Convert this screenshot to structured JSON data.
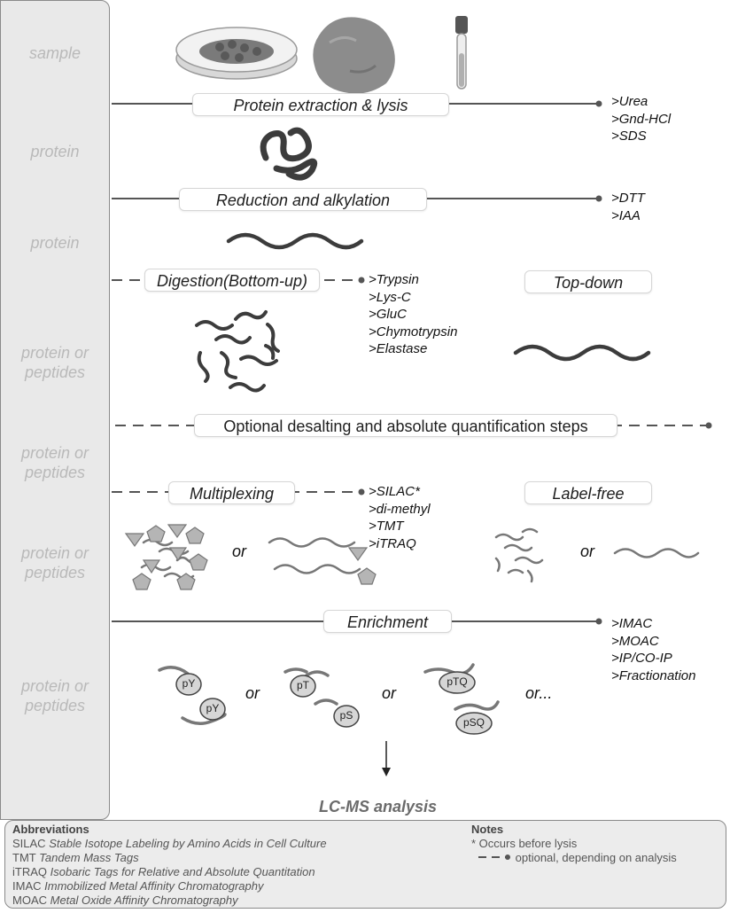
{
  "stages": [
    "sample",
    "protein",
    "protein",
    "protein or peptides",
    "protein or peptides",
    "protein or peptides",
    "protein or peptides"
  ],
  "steps": {
    "extraction": "Protein extraction & lysis",
    "reduction": "Reduction and alkylation",
    "digestion": "Digestion(Bottom-up)",
    "topdown": "Top-down",
    "desalting": "Optional desalting and absolute quantification steps",
    "multiplexing": "Multiplexing",
    "labelfree": "Label-free",
    "enrichment": "Enrichment"
  },
  "options": {
    "extraction": [
      ">Urea",
      ">Gnd-HCl",
      ">SDS"
    ],
    "reduction": [
      ">DTT",
      ">IAA"
    ],
    "digestion": [
      ">Trypsin",
      ">Lys-C",
      ">GluC",
      ">Chymotrypsin",
      ">Elastase"
    ],
    "multiplexing": [
      ">SILAC*",
      ">di-methyl",
      ">TMT",
      ">iTRAQ"
    ],
    "enrichment": [
      ">IMAC",
      ">MOAC",
      ">IP/CO-IP",
      ">Fractionation"
    ]
  },
  "or_word": "or",
  "or_more": "or...",
  "ptm_labels": [
    "pY",
    "pY",
    "pT",
    "pS",
    "pTQ",
    "pSQ"
  ],
  "final_step": "LC-MS analysis",
  "abbreviations": {
    "title": "Abbreviations",
    "items": [
      {
        "abbr": "SILAC",
        "full": "Stable Isotope Labeling by Amino Acids in Cell Culture"
      },
      {
        "abbr": "TMT",
        "full": "Tandem Mass Tags"
      },
      {
        "abbr": "iTRAQ",
        "full": "Isobaric Tags for Relative and Absolute Quantitation"
      },
      {
        "abbr": "IMAC",
        "full": "Immobilized Metal Affinity Chromatography"
      },
      {
        "abbr": "MOAC",
        "full": "Metal Oxide Affinity Chromatography"
      }
    ]
  },
  "notes": {
    "title": "Notes",
    "items": [
      "* Occurs before lysis",
      "optional, depending on analysis"
    ]
  },
  "colors": {
    "line": "#555555",
    "sidebar": "#e9e9e9",
    "stage_text": "#b9b9b9",
    "shape_fill": "#b5b5b5",
    "strand": "#3c3c3c"
  }
}
